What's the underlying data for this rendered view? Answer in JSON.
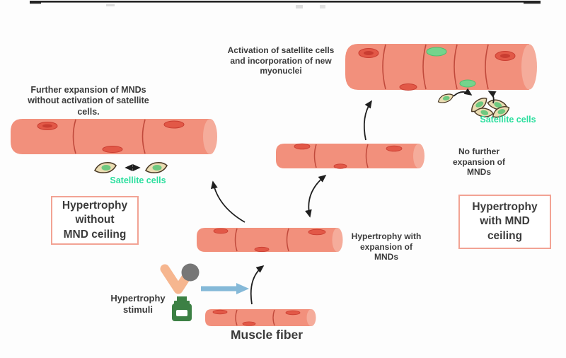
{
  "figure": {
    "description_semantic": "Muscle fiber hypertrophy pathways diagram"
  },
  "colors": {
    "fiber": "#F2907C",
    "fiber_cap": "#F5AC9B",
    "fiber_line": "#C04A3C",
    "nucleus_red": "#E25847",
    "nucleus_red_dark": "#C93D31",
    "nucleus_green": "#74D48C",
    "nucleus_green_dark": "#4FBE6E",
    "satellite_fill": "#EADCB2",
    "satellite_stroke": "#4A3A26",
    "satellite_nucleus": "#6EC87F",
    "satellite_label": "#2BDF9E",
    "box_border": "#F2A394",
    "text": "#3B3B3B",
    "arrow": "#1F1F1F",
    "blue_arrow": "#85B9D8",
    "arm": "#F6B68F",
    "weight_gray": "#777777",
    "bottle_green": "#3C8044",
    "background": "#FDFDFD"
  },
  "annotations": {
    "further_expansion": "Further expansion of MNDs\nwithout activation of satellite\ncells.",
    "activation": "Activation of satellite cells\nand incorporation of new\nmyonuclei",
    "satellite_cells_left": "Satellite cells",
    "satellite_cells_right": "Satellite cells",
    "no_further": "No further\nexpansion of\nMNDs",
    "hypertrophy_expansion": "Hypertrophy with\nexpansion of\nMNDs",
    "hypertrophy_stimuli": "Hypertrophy\nstimuli",
    "muscle_fiber": "Muscle fiber"
  },
  "boxes": {
    "without_ceiling": "Hypertrophy\nwithout\nMND ceiling",
    "with_ceiling": "Hypertrophy\nwith MND\nceiling"
  },
  "icons": [
    "muscle-fiber-icon",
    "satellite-cell-icon",
    "bicep-curl-arm-icon",
    "weight-ball-icon",
    "supplement-bottle-icon",
    "stimulus-arrow-icon",
    "curved-arrow-icon",
    "double-arrow-icon"
  ]
}
